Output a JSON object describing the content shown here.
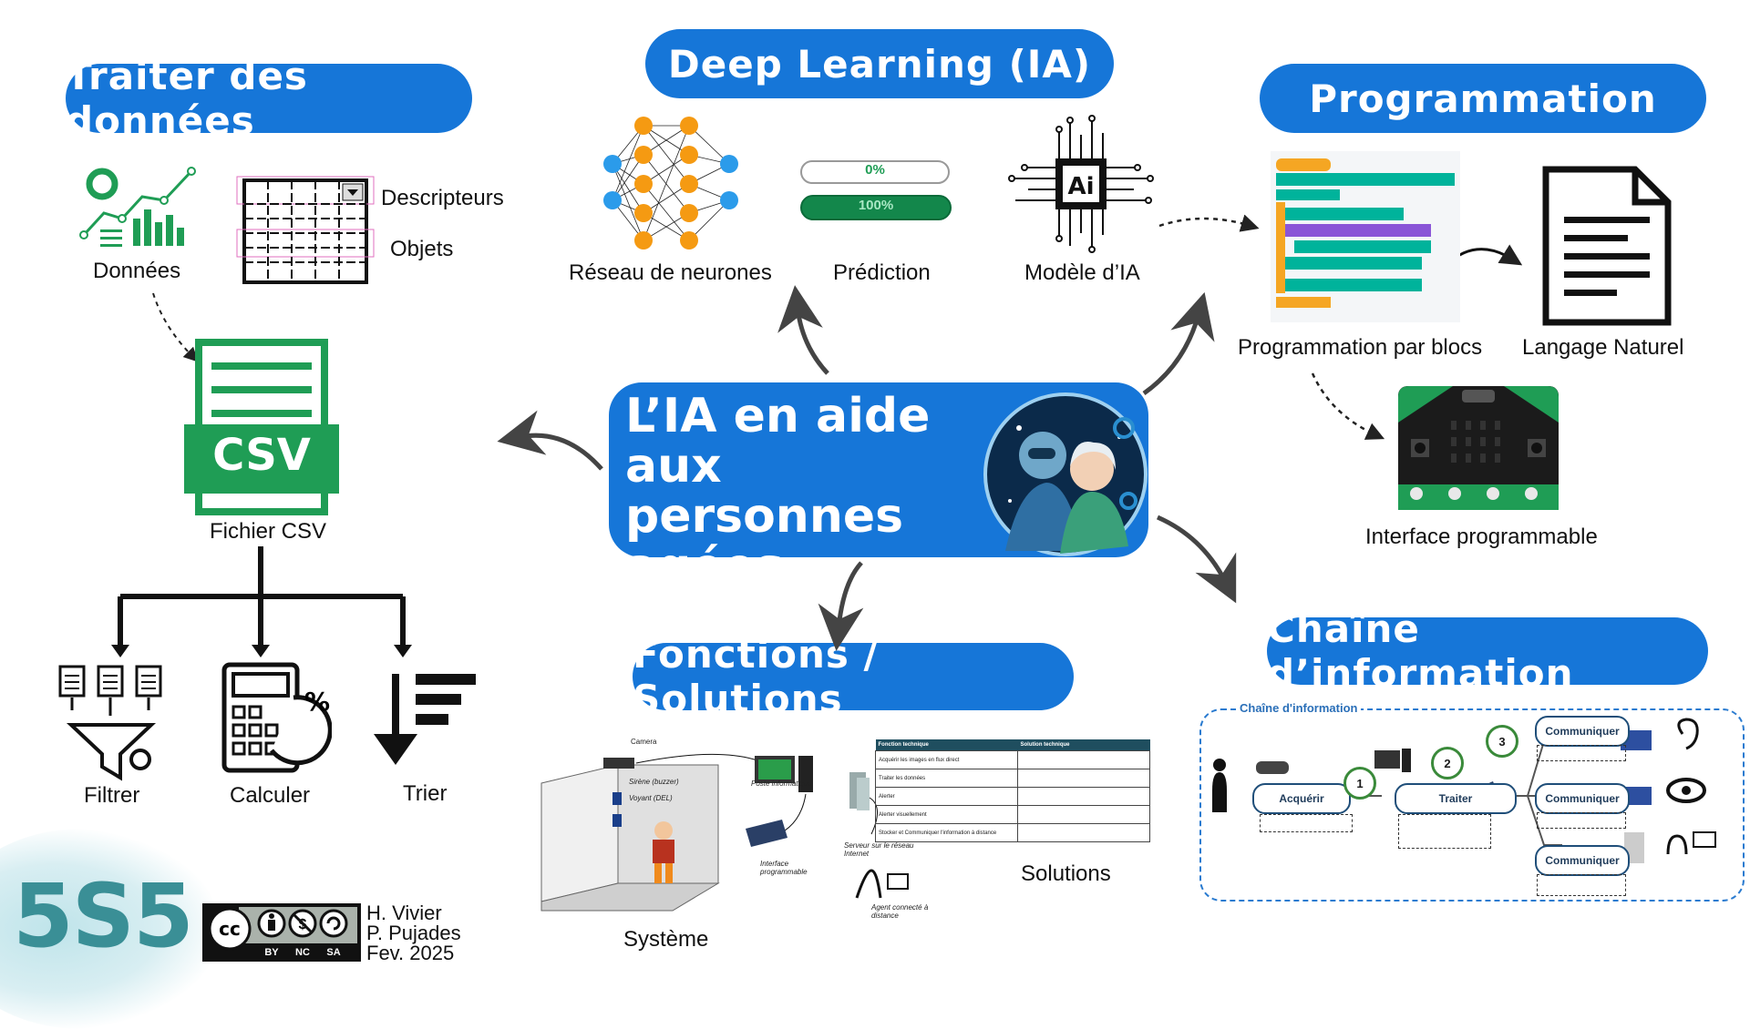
{
  "center": {
    "line1": "L’IA en aide",
    "line2": "aux personnes",
    "line3": "agées"
  },
  "sections": {
    "traiter": "Traiter des données",
    "deep": "Deep Learning (IA)",
    "programmation": "Programmation",
    "fonctions": "Fonctions / Solutions",
    "chaine": "Chaîne d’information"
  },
  "traiter": {
    "donnees": "Données",
    "descripteurs": "Descripteurs",
    "objets": "Objets",
    "csv_icon": "CSV",
    "fichier": "Fichier CSV",
    "filtrer": "Filtrer",
    "calculer": "Calculer",
    "trier": "Trier"
  },
  "deep": {
    "reseau": "Réseau de neurones",
    "prediction": "Prédiction",
    "bar1": "0%",
    "bar2": "100%",
    "modele": "Modèle d’IA",
    "ai_chip": "Ai"
  },
  "programmation": {
    "blocs": "Programmation par blocs",
    "naturel": "Langage Naturel",
    "interface": "Interface programmable"
  },
  "fonctions": {
    "systeme": "Système",
    "solutions": "Solutions",
    "camera": "Camera",
    "sirene": "Sirène (buzzer)",
    "voyant": "Voyant (DEL)",
    "poste": "Poste informatique",
    "interface": "Interface programmable",
    "serveur": "Serveur sur le réseau Internet",
    "agent": "Agent connecté à distance",
    "table_headers": [
      "Fonction technique",
      "Solution technique"
    ],
    "table_rows": [
      "Acquérir les images en flux direct",
      "Traiter les données",
      "Alerter",
      "Alerter visuellement",
      "Stocker et Communiquer l'information à distance"
    ]
  },
  "chaine": {
    "title": "Chaîne d'information",
    "acquerir": "Acquérir",
    "traiter": "Traiter",
    "communiquer": "Communiquer",
    "steps": [
      "1",
      "2",
      "3"
    ]
  },
  "footer": {
    "logo": "5S5",
    "license": [
      "BY",
      "NC",
      "SA"
    ],
    "author1": "H. Vivier",
    "author2": "P. Pujades",
    "date": "Fev. 2025"
  },
  "colors": {
    "accent": "#1676d8",
    "green": "#1f9d55",
    "teal": "#3a8f96"
  }
}
